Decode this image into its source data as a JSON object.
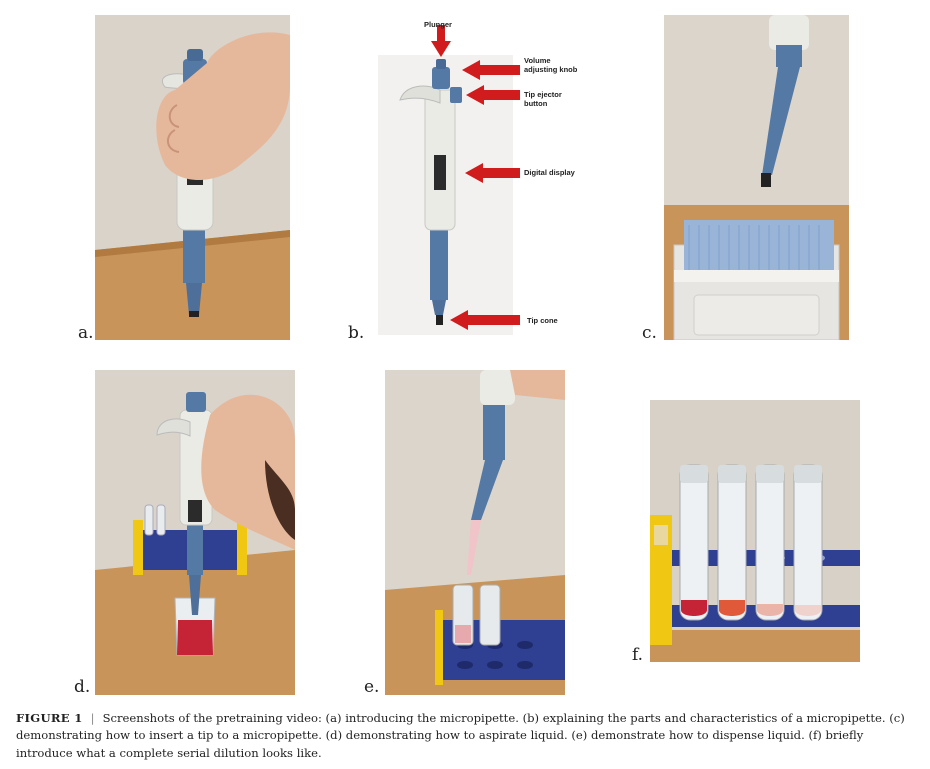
{
  "panels": {
    "a": {
      "letter": "a."
    },
    "b": {
      "letter": "b.",
      "callouts": {
        "plunger": "Plunger",
        "volume_knob": "Volume adjusting knob",
        "tip_ejector": "Tip ejector button",
        "display": "Digital display",
        "tip_cone": "Tip cone"
      },
      "arrow_color": "#d01c1c"
    },
    "c": {
      "letter": "c."
    },
    "d": {
      "letter": "d."
    },
    "e": {
      "letter": "e."
    },
    "f": {
      "letter": "f."
    }
  },
  "colors": {
    "wood": "#c8945a",
    "wall": "#ddd6cc",
    "pipette_body": "#ebebe6",
    "pipette_blue": "#5579a5",
    "rack_yellow": "#f0c814",
    "rack_blue": "#2f3f92",
    "liquid_red": "#c42436"
  },
  "caption": {
    "label": "FIGURE 1",
    "separator": "|",
    "text": "Screenshots of the pretraining video: (a) introducing the micropipette. (b) explaining the parts and characteristics of a micropipette. (c) demonstrating how to insert a tip to a micropipette. (d) demonstrating how to aspirate liquid. (e) demonstrate how to dispense liquid. (f) briefly introduce what a complete serial dilution looks like."
  }
}
